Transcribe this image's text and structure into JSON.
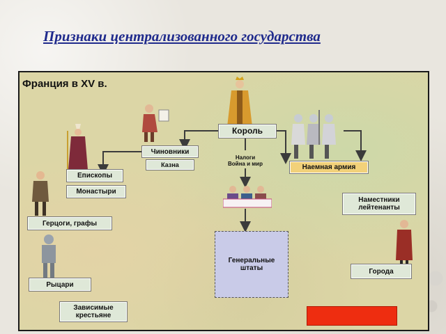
{
  "slide": {
    "title": "Признаки централизованного государства"
  },
  "diagram": {
    "map_title": "Франция в XV в.",
    "nodes": {
      "king": "Король",
      "officials": "Чиновники",
      "treasury": "Казна",
      "taxes": "Налоги\nВойна и мир",
      "army": "Наемная армия",
      "bishops": "Епископы",
      "monasteries": "Монастыри",
      "dukes": "Герцоги, графы",
      "knights": "Рыцари",
      "peasants": "Зависимые\nкрестьяне",
      "estates": "Генеральные\nштаты",
      "governors": "Наместники\nлейтенанты",
      "towns": "Города"
    }
  },
  "colors": {
    "title": "#1f2a8c",
    "label_light": "#dfe8d8",
    "label_yellow": "#f2d17a",
    "estates_box": "#c9cbe8",
    "red_button": "#ee2d10",
    "arrow": "#3b3b3b"
  }
}
